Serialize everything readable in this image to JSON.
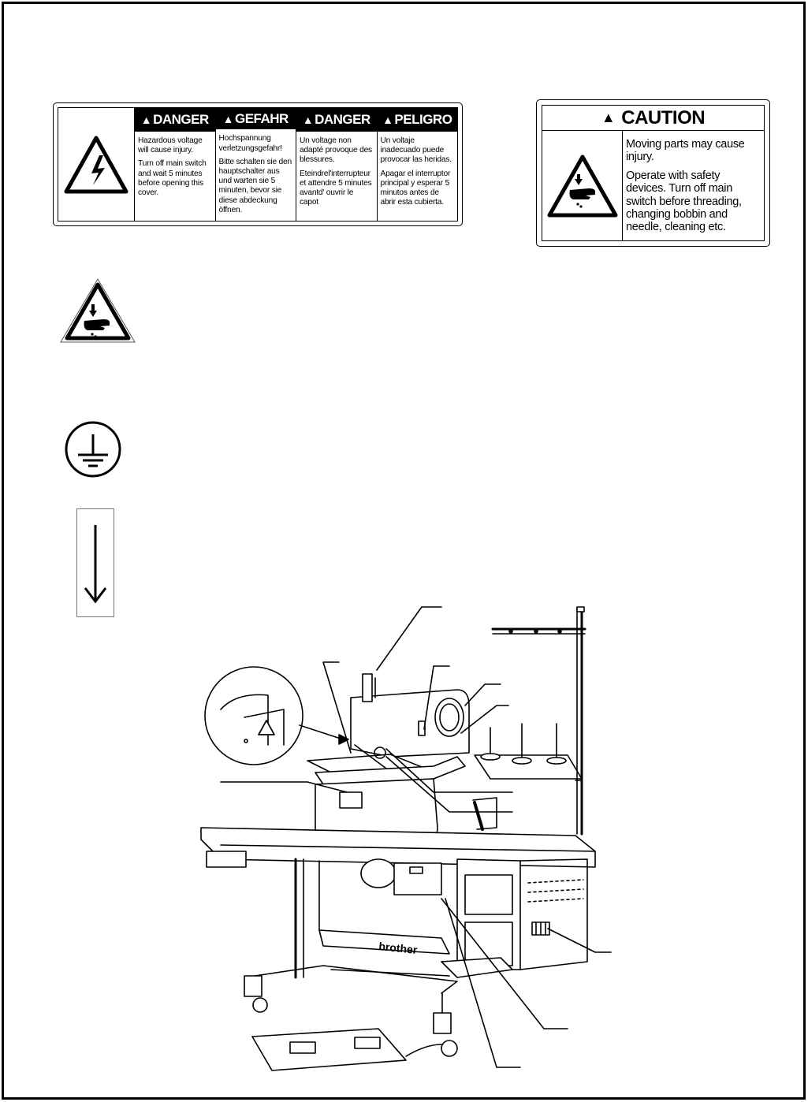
{
  "danger_label": {
    "columns": [
      {
        "heading": "DANGER",
        "line1": "Hazardous voltage will cause injury.",
        "line2": "Turn off main switch and wait 5 minutes before opening this cover."
      },
      {
        "heading": "GEFAHR",
        "line1": "Hochspannung verletzungsgefahr!",
        "line2": "Bitte schalten sie den hauptschalter aus und warten sie 5 minuten, bevor sie diese abdeckung öffnen."
      },
      {
        "heading": "DANGER",
        "line1": "Un voltage non adapté provoque des blessures.",
        "line2": "Eteindrel'interrupteur et attendre 5 minutes avantd' ouvrir le capot"
      },
      {
        "heading": "PELIGRO",
        "line1": "Un voltaje inadecuado puede provocar las heridas.",
        "line2": "Apagar el interruptor principal y esperar 5 minutos antes de abrir esta cubierta."
      }
    ],
    "icon": "high-voltage-warning-icon"
  },
  "caution_label": {
    "heading": "CAUTION",
    "text1": "Moving parts may cause injury.",
    "text2": "Operate with safety devices. Turn off main switch before threading, changing bobbin and needle, cleaning etc.",
    "icon": "hand-crush-warning-icon"
  },
  "symbols": [
    "hand-crush-warning-icon",
    "protective-earth-icon",
    "down-arrow-icon"
  ],
  "machine_illustration": {
    "brand_mark": "brother",
    "callout_count": 9
  }
}
